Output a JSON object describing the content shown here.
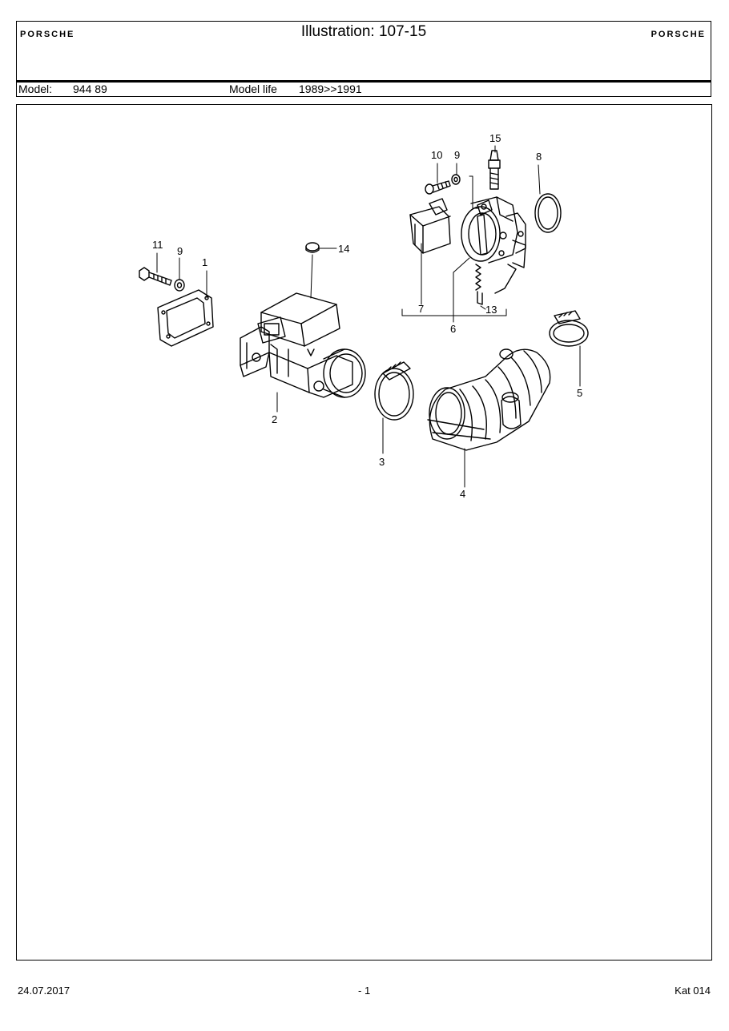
{
  "header": {
    "brand_left": "PORSCHE",
    "brand_right": "PORSCHE",
    "title": "Illustration: 107-15",
    "model_label": "Model:",
    "model_value": "944 89",
    "model_life_label": "Model life",
    "model_life_value": "1989>>1991"
  },
  "callouts": {
    "c1": "1",
    "c2": "2",
    "c3": "3",
    "c4": "4",
    "c5": "5",
    "c6": "6",
    "c7": "7",
    "c8": "8",
    "c9a": "9",
    "c9b": "9",
    "c10": "10",
    "c11": "11",
    "c13": "13",
    "c14": "14",
    "c15": "15"
  },
  "footer": {
    "date": "24.07.2017",
    "page": "- 1",
    "catalog": "Kat 014"
  }
}
